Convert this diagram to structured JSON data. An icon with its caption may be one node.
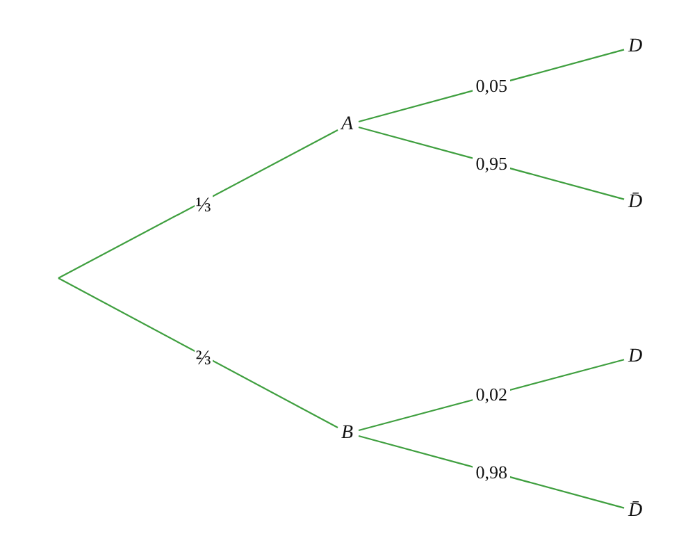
{
  "diagram": {
    "nodes": [
      {
        "text": [
          "A"
        ]
      },
      {
        "text": [
          "D"
        ]
      },
      {
        "text": [
          "D̄"
        ]
      },
      {
        "text": [
          "B"
        ]
      },
      {
        "text": [
          "D"
        ]
      },
      {
        "text": [
          "D̄"
        ]
      }
    ],
    "edges": [
      {
        "from": null,
        "to": 0,
        "arrow": "none",
        "label": "⅓"
      },
      {
        "from": null,
        "to": 3,
        "arrow": "none",
        "label": "⅔"
      },
      {
        "from": 0,
        "to": 1,
        "arrow": "none",
        "label": "0,05"
      },
      {
        "from": 0,
        "to": 2,
        "arrow": "none",
        "label": "0,95"
      },
      {
        "from": 3,
        "to": 4,
        "arrow": "none",
        "label": "0,02"
      },
      {
        "from": 3,
        "to": 5,
        "arrow": "none",
        "label": "0,98"
      }
    ]
  }
}
